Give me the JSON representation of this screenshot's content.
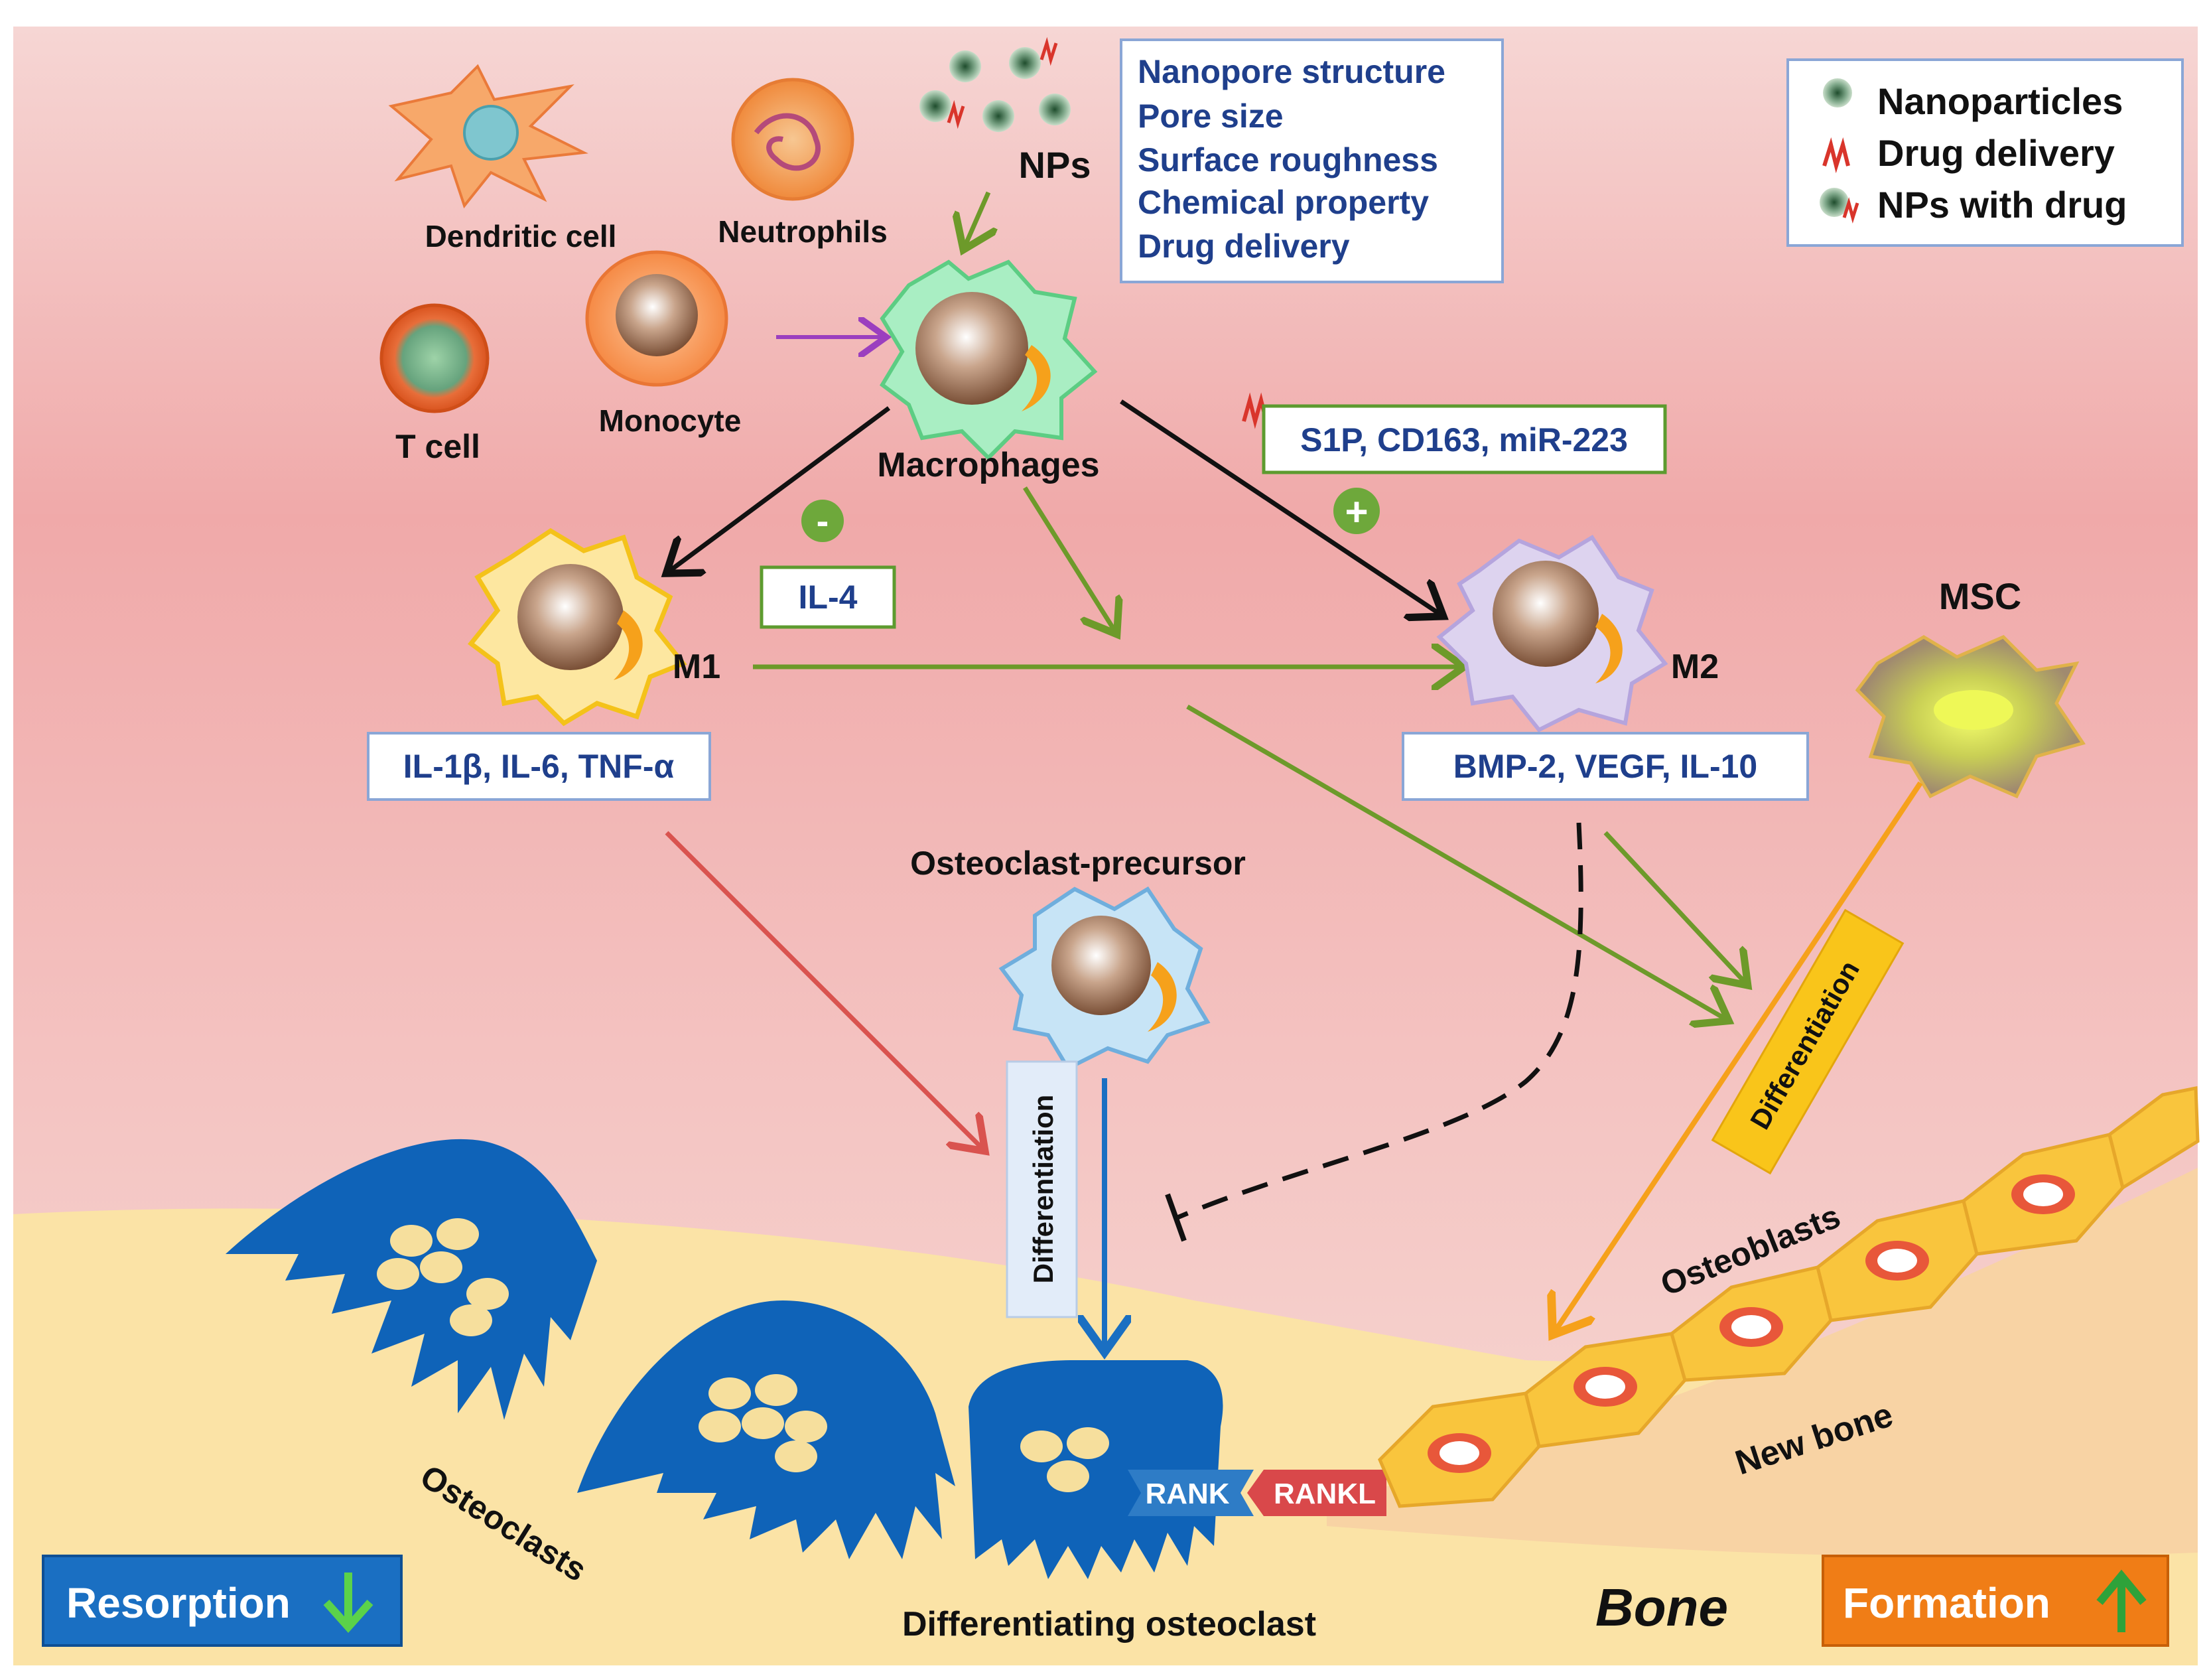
{
  "colors": {
    "bg_top": "#f4d2d2",
    "bg_mid": "#f0a7a8",
    "bone": "#fbe3a6",
    "new_bone": "#f8d3a4",
    "osteoclast": "#0f63b8",
    "green_arrow": "#6d9a2a",
    "red_arrow": "#d9534f",
    "orange_arrow": "#f6a11b",
    "label_blue": "#1f3f8c",
    "resorption_btn": "#1a6fc2",
    "formation_btn": "#f07d16"
  },
  "cells": {
    "dendritic": "Dendritic cell",
    "neutrophils": "Neutrophils",
    "t_cell": "T cell",
    "monocyte": "Monocyte",
    "nps": "NPs",
    "macrophages": "Macrophages",
    "m1": "M1",
    "m2": "M2",
    "msc": "MSC",
    "osteoclast_precursor": "Osteoclast-precursor",
    "osteoclasts": "Osteoclasts",
    "differentiating_osteoclast": "Differentiating osteoclast",
    "osteoblasts": "Osteoblasts",
    "new_bone": "New bone",
    "bone": "Bone"
  },
  "np_properties": [
    "Nanopore structure",
    "Pore size",
    "Surface roughness",
    "Chemical property",
    "Drug delivery"
  ],
  "legend": {
    "nanoparticles": "Nanoparticles",
    "drug_delivery": "Drug delivery",
    "nps_with_drug": "NPs with drug"
  },
  "boxes": {
    "s1p": "S1P, CD163, miR-223",
    "il4": "IL-4",
    "m1_cytokines": "IL-1β, IL-6, TNF-α",
    "m2_cytokines": "BMP-2, VEGF, IL-10"
  },
  "signs": {
    "minus": "-",
    "plus": "+"
  },
  "differentiation": "Differentiation",
  "rank": "RANK",
  "rankl": "RANKL",
  "buttons": {
    "resorption": "Resorption",
    "formation": "Formation"
  }
}
